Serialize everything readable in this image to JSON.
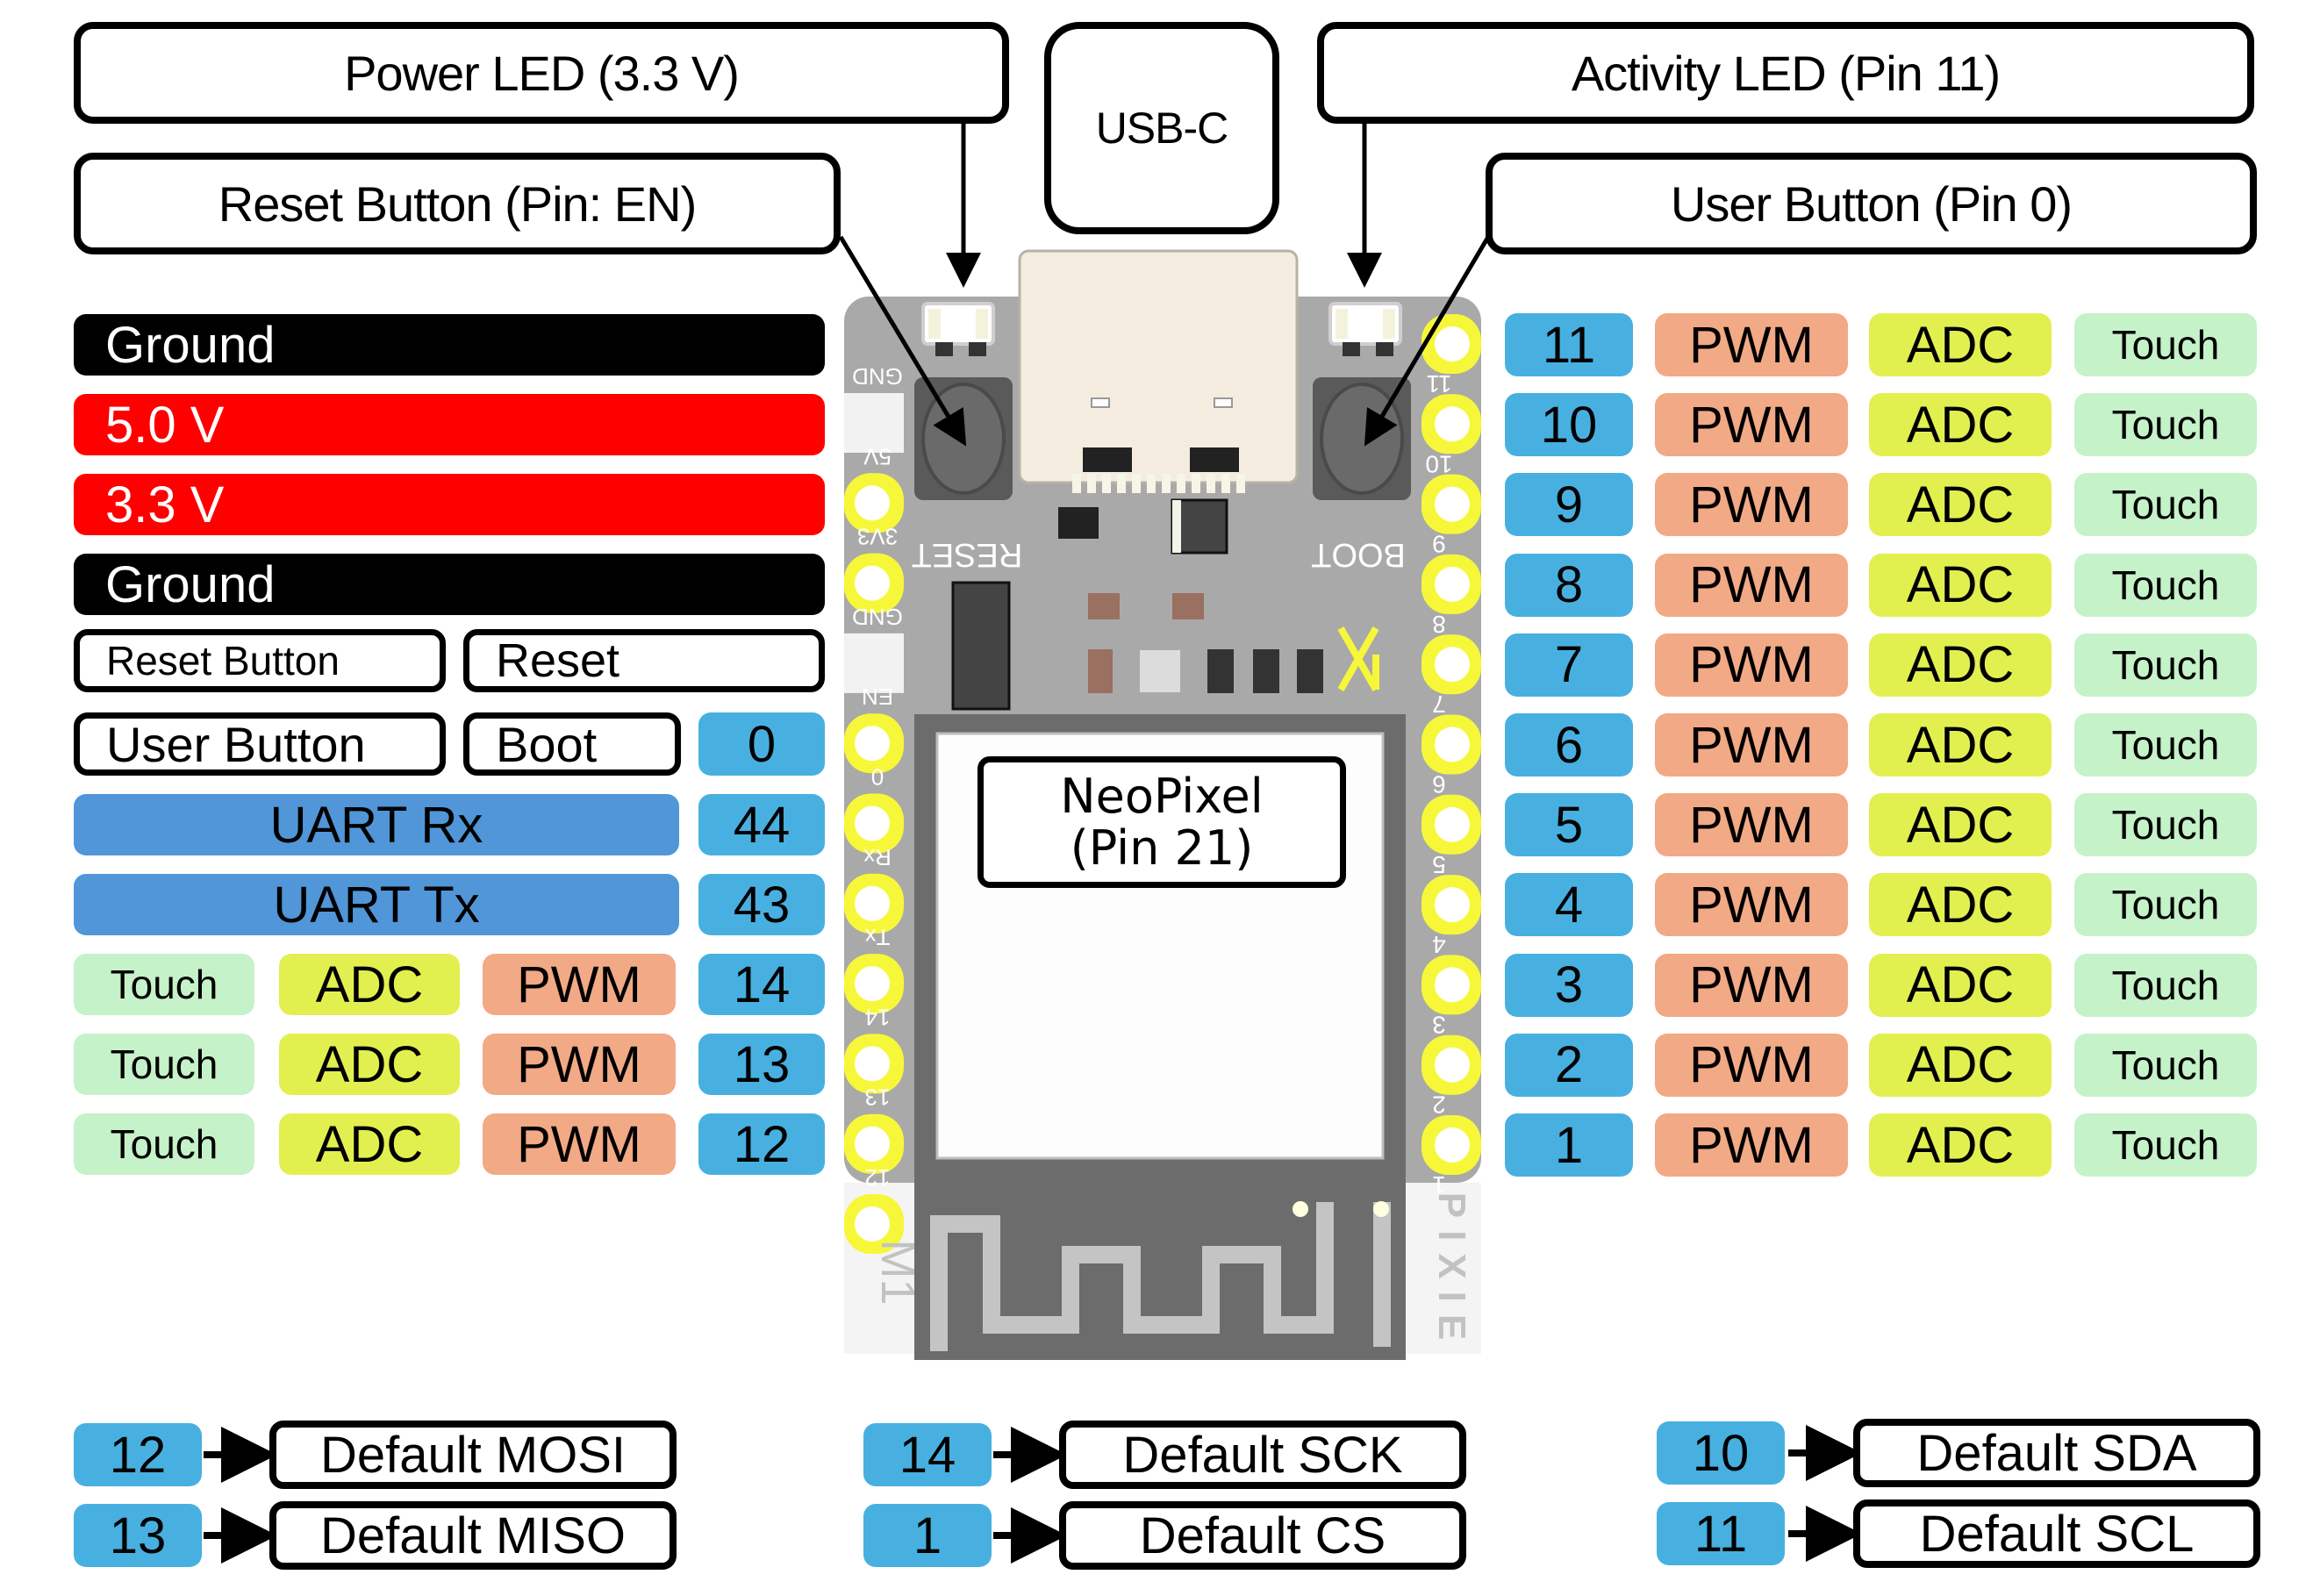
{
  "callouts": {
    "power_led": "Power LED (3.3 V)",
    "reset_button": "Reset Button (Pin: EN)",
    "usb_c": "USB-C",
    "activity_led": "Activity LED (Pin 11)",
    "user_button": "User Button (Pin 0)",
    "neopixel_line1": "NeoPixel",
    "neopixel_line2": "(Pin 21)"
  },
  "colors": {
    "pin": "#48B0E0",
    "pwm": "#F2A985",
    "adc": "#E1F04F",
    "touch": "#C5F2C8",
    "uart": "#5096D8",
    "ground": "#000000",
    "power": "#FF0000",
    "header_pad": "#F7F73A",
    "pcb": "#A9A9A9"
  },
  "left_pins": {
    "power_rows": [
      {
        "label": "Ground",
        "type": "ground"
      },
      {
        "label": "5.0 V",
        "type": "power"
      },
      {
        "label": "3.3 V",
        "type": "power"
      },
      {
        "label": "Ground",
        "type": "ground"
      }
    ],
    "reset_row": {
      "name": "Reset Button",
      "function": "Reset"
    },
    "user_row": {
      "name": "User Button",
      "function": "Boot",
      "pin": "0"
    },
    "uart_rows": [
      {
        "label": "UART Rx",
        "pin": "44"
      },
      {
        "label": "UART Tx",
        "pin": "43"
      }
    ],
    "gpio_rows": [
      {
        "touch": "Touch",
        "adc": "ADC",
        "pwm": "PWM",
        "pin": "14"
      },
      {
        "touch": "Touch",
        "adc": "ADC",
        "pwm": "PWM",
        "pin": "13"
      },
      {
        "touch": "Touch",
        "adc": "ADC",
        "pwm": "PWM",
        "pin": "12"
      }
    ]
  },
  "right_pins": [
    {
      "pin": "11",
      "pwm": "PWM",
      "adc": "ADC",
      "touch": "Touch"
    },
    {
      "pin": "10",
      "pwm": "PWM",
      "adc": "ADC",
      "touch": "Touch"
    },
    {
      "pin": "9",
      "pwm": "PWM",
      "adc": "ADC",
      "touch": "Touch"
    },
    {
      "pin": "8",
      "pwm": "PWM",
      "adc": "ADC",
      "touch": "Touch"
    },
    {
      "pin": "7",
      "pwm": "PWM",
      "adc": "ADC",
      "touch": "Touch"
    },
    {
      "pin": "6",
      "pwm": "PWM",
      "adc": "ADC",
      "touch": "Touch"
    },
    {
      "pin": "5",
      "pwm": "PWM",
      "adc": "ADC",
      "touch": "Touch"
    },
    {
      "pin": "4",
      "pwm": "PWM",
      "adc": "ADC",
      "touch": "Touch"
    },
    {
      "pin": "3",
      "pwm": "PWM",
      "adc": "ADC",
      "touch": "Touch"
    },
    {
      "pin": "2",
      "pwm": "PWM",
      "adc": "ADC",
      "touch": "Touch"
    },
    {
      "pin": "1",
      "pwm": "PWM",
      "adc": "ADC",
      "touch": "Touch"
    }
  ],
  "board": {
    "left_silk": [
      "GND",
      "5V",
      "3V3",
      "GND",
      "EN",
      "0",
      "Rx",
      "Tx",
      "14",
      "13",
      "12"
    ],
    "right_silk": [
      "11",
      "10",
      "9",
      "8",
      "7",
      "6",
      "5",
      "4",
      "3",
      "2",
      "1"
    ],
    "reset_silk": "RESET",
    "boot_silk": "BOOT",
    "model_silk": "M1",
    "brand_silk": "PIXIE"
  },
  "defaults": {
    "spi": [
      {
        "pin": "12",
        "label": "Default MOSI"
      },
      {
        "pin": "13",
        "label": "Default MISO"
      }
    ],
    "spi2": [
      {
        "pin": "14",
        "label": "Default SCK"
      },
      {
        "pin": "1",
        "label": "Default CS"
      }
    ],
    "i2c": [
      {
        "pin": "10",
        "label": "Default SDA"
      },
      {
        "pin": "11",
        "label": "Default SCL"
      }
    ]
  }
}
